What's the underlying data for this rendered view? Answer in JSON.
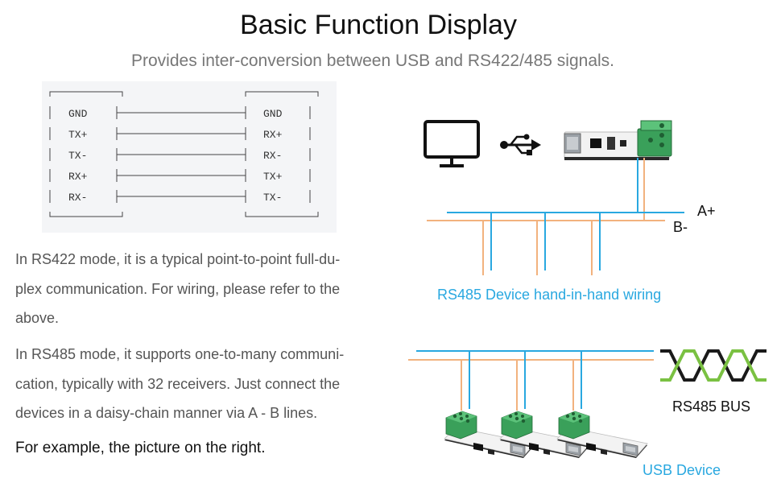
{
  "title": "Basic Function Display",
  "subtitle": "Provides inter-conversion between USB and RS422/485 signals.",
  "ascii_wiring": {
    "left": [
      "GND",
      "TX+",
      "TX-",
      "RX+",
      "RX-"
    ],
    "right": [
      "GND",
      "RX+",
      "RX-",
      "TX+",
      "TX-"
    ]
  },
  "paragraphs": {
    "rs422_line1": "In RS422 mode, it is a typical point-to-point full-du-",
    "rs422_line2": "plex communication. For wiring, please refer to the",
    "rs422_line3": "above.",
    "rs485_line1": "In RS485 mode, it supports one-to-many communi-",
    "rs485_line2": "cation, typically with 32 receivers. Just connect the",
    "rs485_line3": "devices in a daisy-chain manner via A - B lines.",
    "example": "For example, the picture on the right."
  },
  "diagram": {
    "a_label": "A+",
    "b_label": "B-",
    "handinhand_caption": "RS485 Device hand-in-hand wiring",
    "bus_label": "RS485 BUS",
    "usb_device_label": "USB Device",
    "icons": [
      "monitor-icon",
      "usb-icon",
      "usb-converter-module",
      "rs485-waveform"
    ]
  },
  "colors": {
    "line_a": "#29a8e0",
    "line_b": "#f2b27e",
    "caption": "#29a8e0",
    "wave_green": "#7ac142",
    "wave_dark": "#1a1a1a",
    "pcb_green": "#3aa05a"
  }
}
